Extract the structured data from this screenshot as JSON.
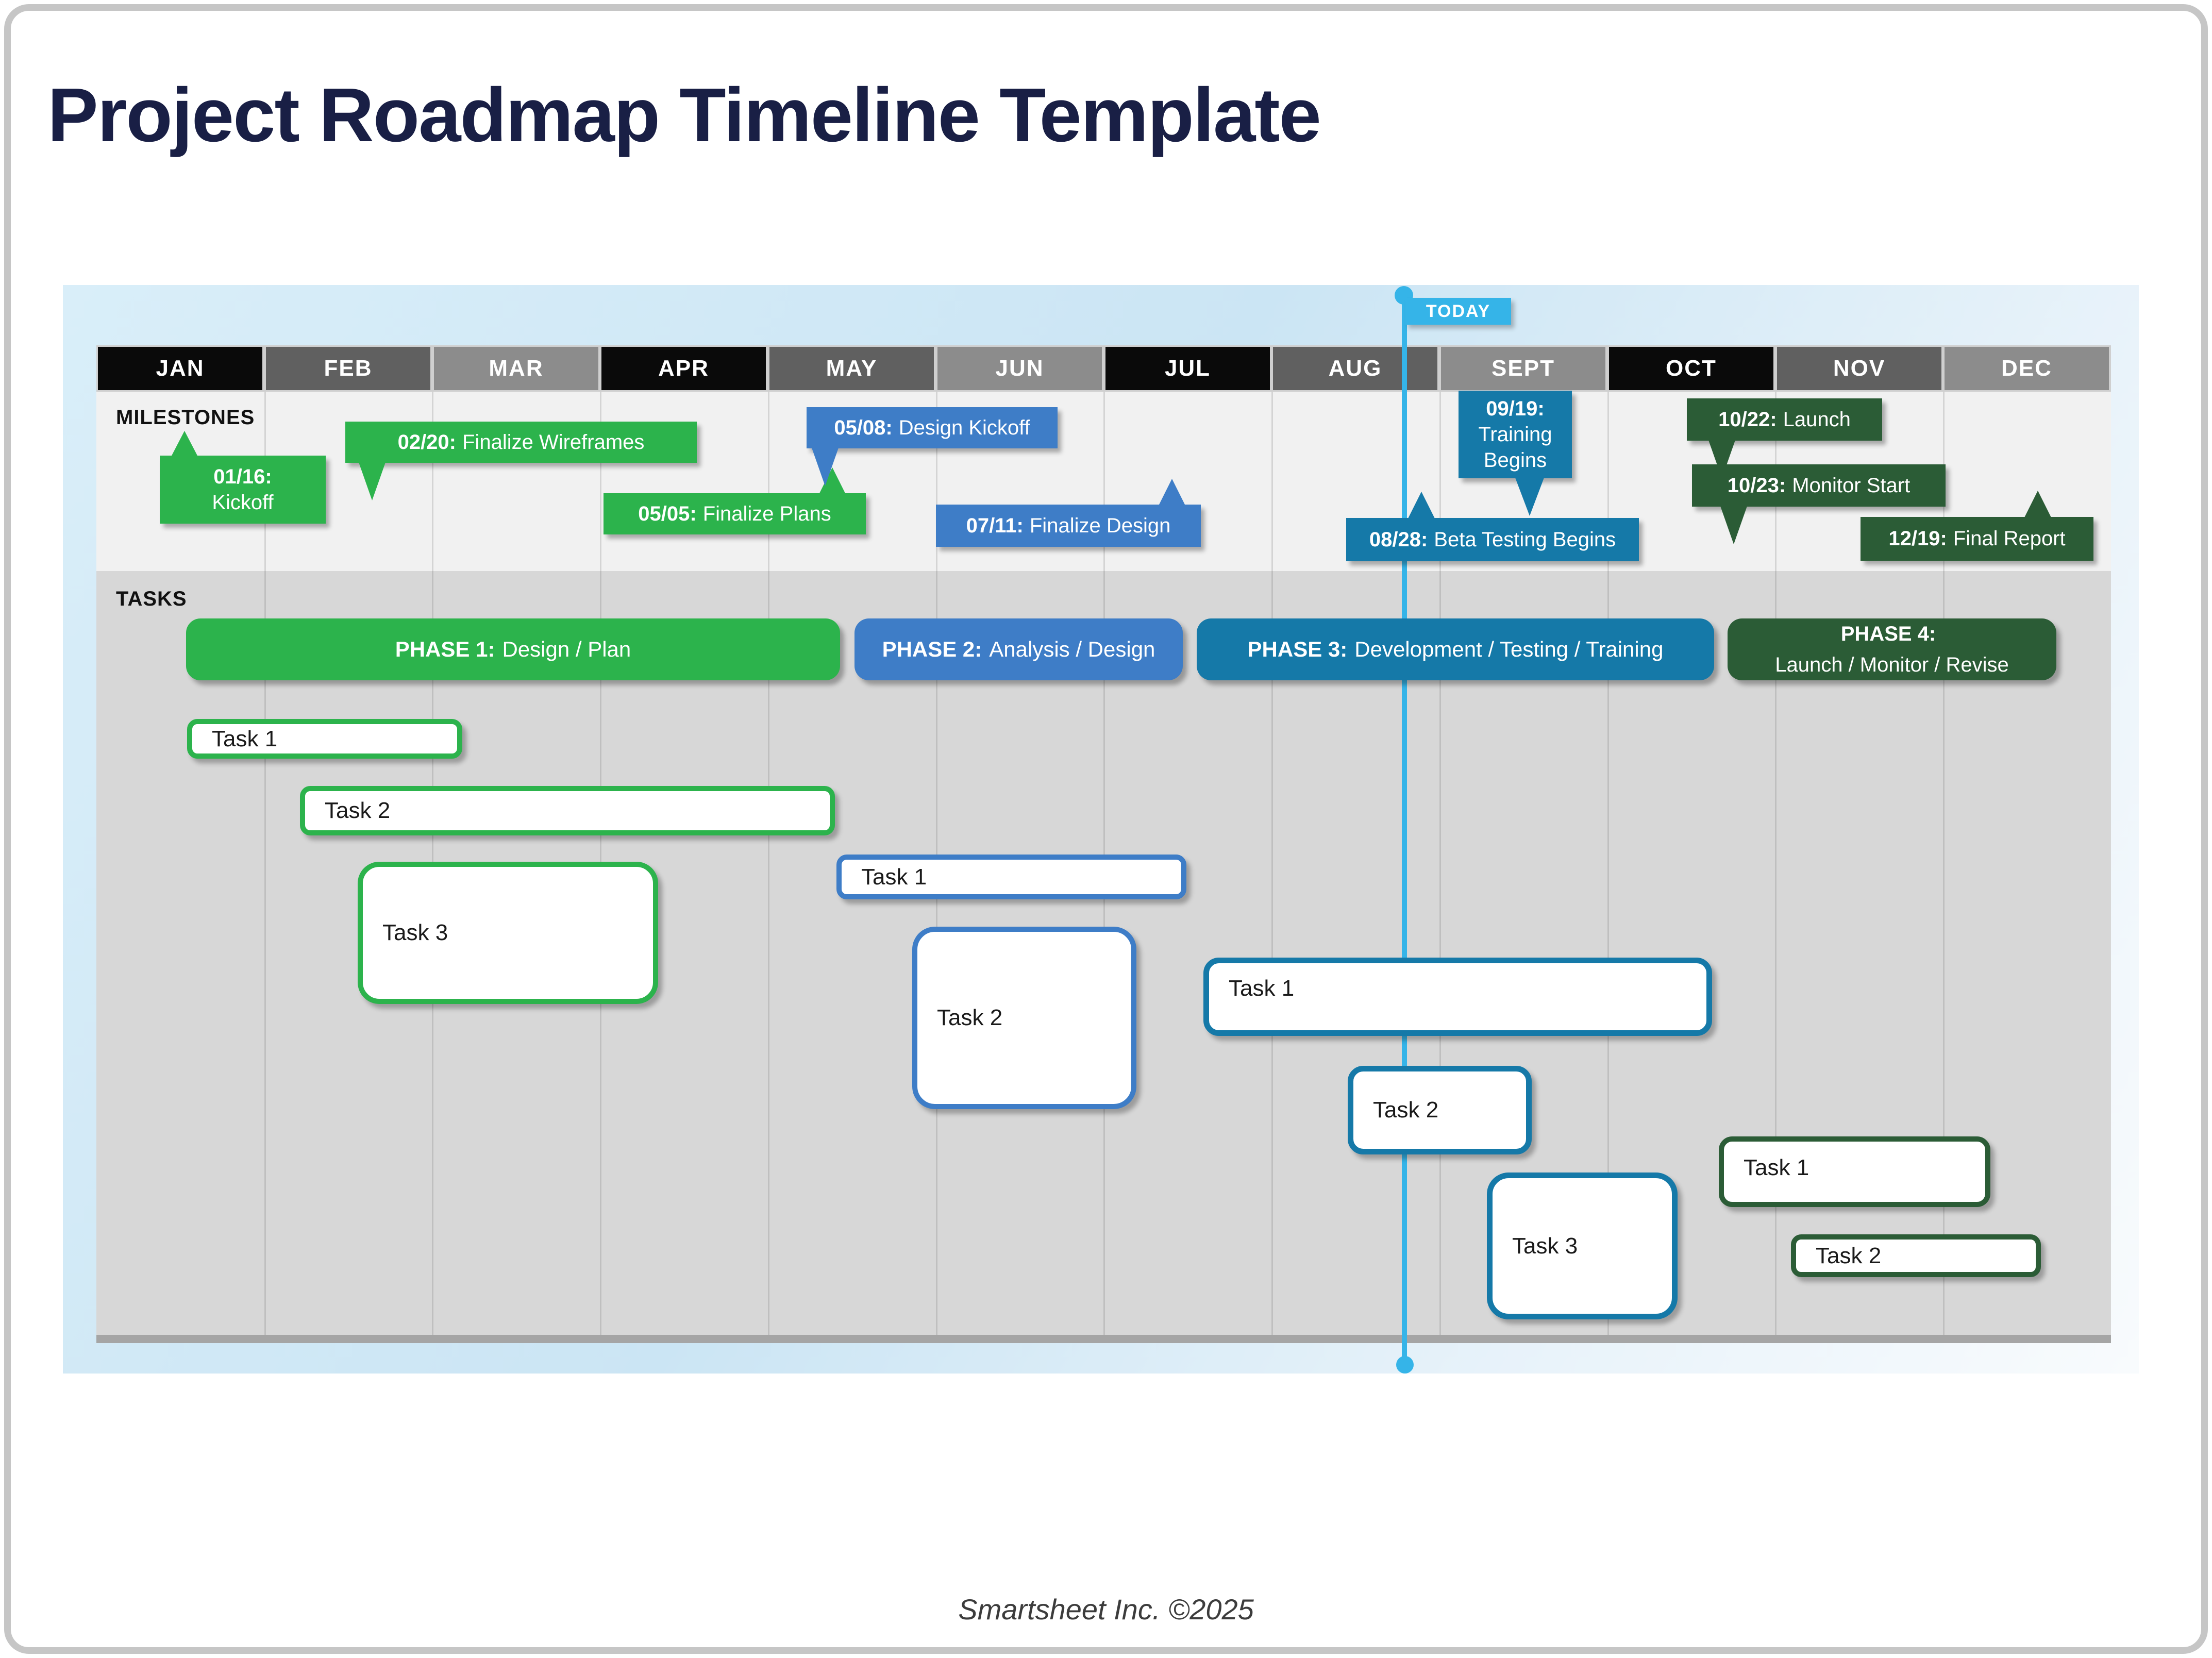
{
  "title": "Project Roadmap Timeline Template",
  "footer": "Smartsheet Inc. ©2025",
  "months": [
    "JAN",
    "FEB",
    "MAR",
    "APR",
    "MAY",
    "JUN",
    "JUL",
    "AUG",
    "SEPT",
    "OCT",
    "NOV",
    "DEC"
  ],
  "sections": {
    "milestones": "MILESTONES",
    "tasks": "TASKS"
  },
  "today": {
    "label": "TODAY"
  },
  "milestones": [
    {
      "date": "01/16:",
      "label": "Kickoff",
      "color": "green"
    },
    {
      "date": "02/20:",
      "label": "Finalize Wireframes",
      "color": "green"
    },
    {
      "date": "05/05:",
      "label": "Finalize Plans",
      "color": "green"
    },
    {
      "date": "05/08:",
      "label": "Design Kickoff",
      "color": "blue"
    },
    {
      "date": "07/11:",
      "label": "Finalize Design",
      "color": "blue"
    },
    {
      "date": "08/28:",
      "label": "Beta Testing Begins",
      "color": "teal"
    },
    {
      "date": "09/19:",
      "label": "Training Begins",
      "color": "teal"
    },
    {
      "date": "10/22:",
      "label": "Launch",
      "color": "dark_green"
    },
    {
      "date": "10/23:",
      "label": "Monitor Start",
      "color": "dark_green"
    },
    {
      "date": "12/19:",
      "label": "Final Report",
      "color": "dark_green"
    }
  ],
  "phases": [
    {
      "name": "PHASE 1:",
      "desc": "Design / Plan",
      "color": "green",
      "tasks": [
        "Task 1",
        "Task 2",
        "Task 3"
      ]
    },
    {
      "name": "PHASE 2:",
      "desc": "Analysis / Design",
      "color": "blue",
      "tasks": [
        "Task 1",
        "Task 2"
      ]
    },
    {
      "name": "PHASE 3:",
      "desc": "Development / Testing / Training",
      "color": "teal",
      "tasks": [
        "Task 1",
        "Task 2",
        "Task 3"
      ]
    },
    {
      "name": "PHASE 4:",
      "desc": "Launch / Monitor / Revise",
      "color": "dark_green",
      "tasks": [
        "Task 1",
        "Task 2"
      ]
    }
  ],
  "colors": {
    "green": "#2cb34c",
    "blue": "#3e7dc7",
    "teal": "#1579a8",
    "dark_green": "#2b5c36",
    "today_blue": "#35b4e8",
    "navy": "#191f45"
  }
}
